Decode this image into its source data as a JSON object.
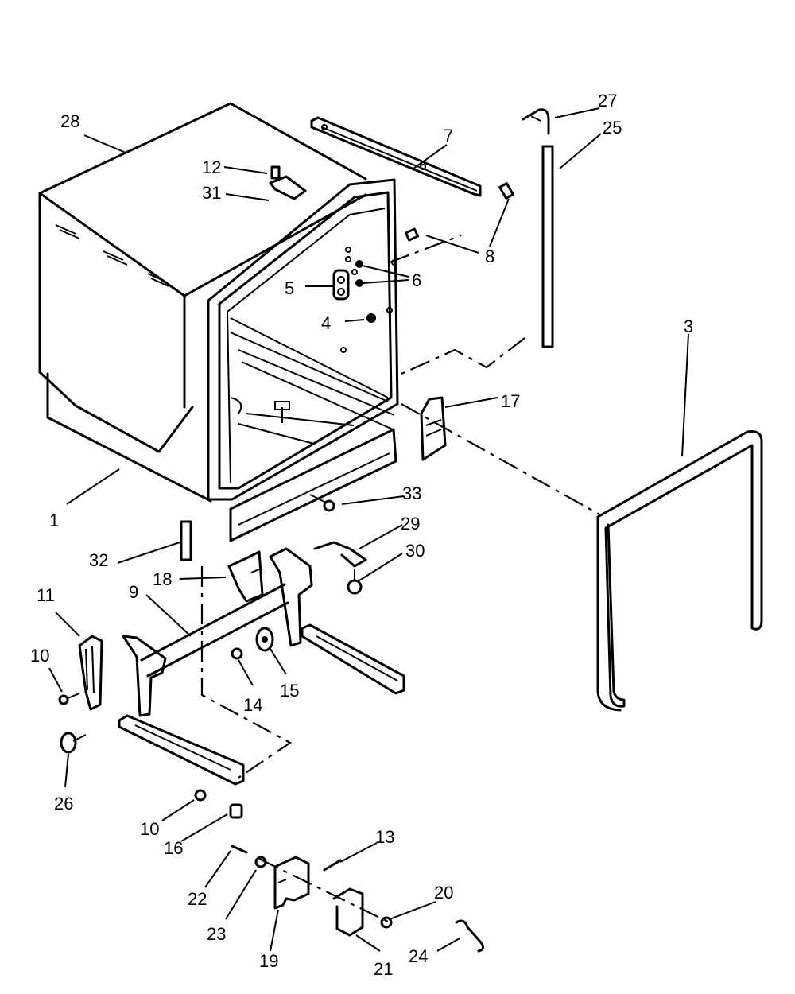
{
  "labels": {
    "p1": "1",
    "p3": "3",
    "p4": "4",
    "p5": "5",
    "p6": "6",
    "p7": "7",
    "p8": "8",
    "p9": "9",
    "p10a": "10",
    "p10b": "10",
    "p11": "11",
    "p12": "12",
    "p13": "13",
    "p14": "14",
    "p15": "15",
    "p16": "16",
    "p17": "17",
    "p18": "18",
    "p19": "19",
    "p20": "20",
    "p21": "21",
    "p22": "22",
    "p23": "23",
    "p24": "24",
    "p25": "25",
    "p26": "26",
    "p27": "27",
    "p28": "28",
    "p29": "29",
    "p30": "30",
    "p31": "31",
    "p32": "32",
    "p33": "33"
  }
}
